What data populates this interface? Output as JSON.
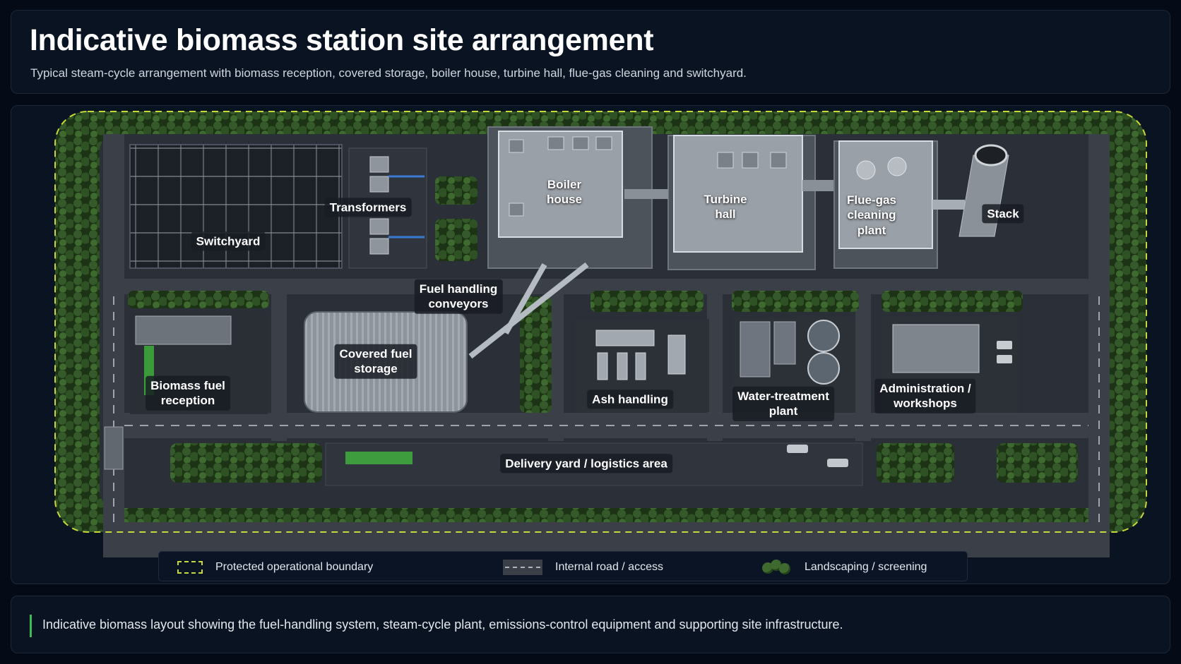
{
  "header": {
    "title": "Indicative biomass station site arrangement",
    "subtitle": "Typical steam-cycle arrangement with biomass reception, covered storage, boiler house, turbine hall, flue-gas cleaning and switchyard."
  },
  "site_map": {
    "labels": {
      "switchyard": "Switchyard",
      "transformers": "Transformers",
      "boiler_house": "Boiler\nhouse",
      "turbine_hall": "Turbine\nhall",
      "flue_gas": "Flue-gas\ncleaning\nplant",
      "stack": "Stack",
      "fuel_handling": "Fuel handling\nconveyors",
      "biomass_reception": "Biomass fuel\nreception",
      "covered_storage": "Covered fuel\nstorage",
      "ash_handling": "Ash handling",
      "water_treatment": "Water-treatment\nplant",
      "administration": "Administration /\nworkshops",
      "delivery_yard": "Delivery yard / logistics area"
    }
  },
  "legend": {
    "items": [
      {
        "icon": "dashed-boundary-icon",
        "label": "Protected operational boundary"
      },
      {
        "icon": "road-icon",
        "label": "Internal road / access"
      },
      {
        "icon": "trees-icon",
        "label": "Landscaping / screening"
      }
    ]
  },
  "footer": {
    "caption": "Indicative biomass layout showing the fuel-handling system, steam-cycle plant, emissions-control equipment and supporting site infrastructure."
  },
  "colors": {
    "background": "#050b16",
    "panel": "#0a1322",
    "boundary": "#c8d83a",
    "vegetation": "#2e4a22",
    "road": "#3b4048",
    "accent_bar": "#3dbb55"
  }
}
